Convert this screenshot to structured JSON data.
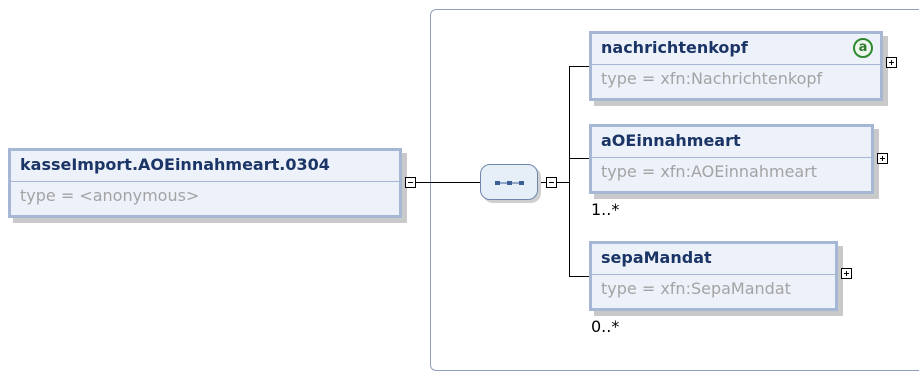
{
  "root": {
    "name": "kasseImport.AOEinnahmeart.0304",
    "type": "type = <anonymous>"
  },
  "sequence": {
    "icon": "sequence-icon"
  },
  "children": [
    {
      "name": "nachrichtenkopf",
      "type": "type = xfn:Nachrichtenkopf",
      "attribute_icon": "a",
      "cardinality": ""
    },
    {
      "name": "aOEinnahmeart",
      "type": "type = xfn:AOEinnahmeart",
      "cardinality": "1..*"
    },
    {
      "name": "sepaMandat",
      "type": "type = xfn:SepaMandat",
      "cardinality": "0..*"
    }
  ]
}
